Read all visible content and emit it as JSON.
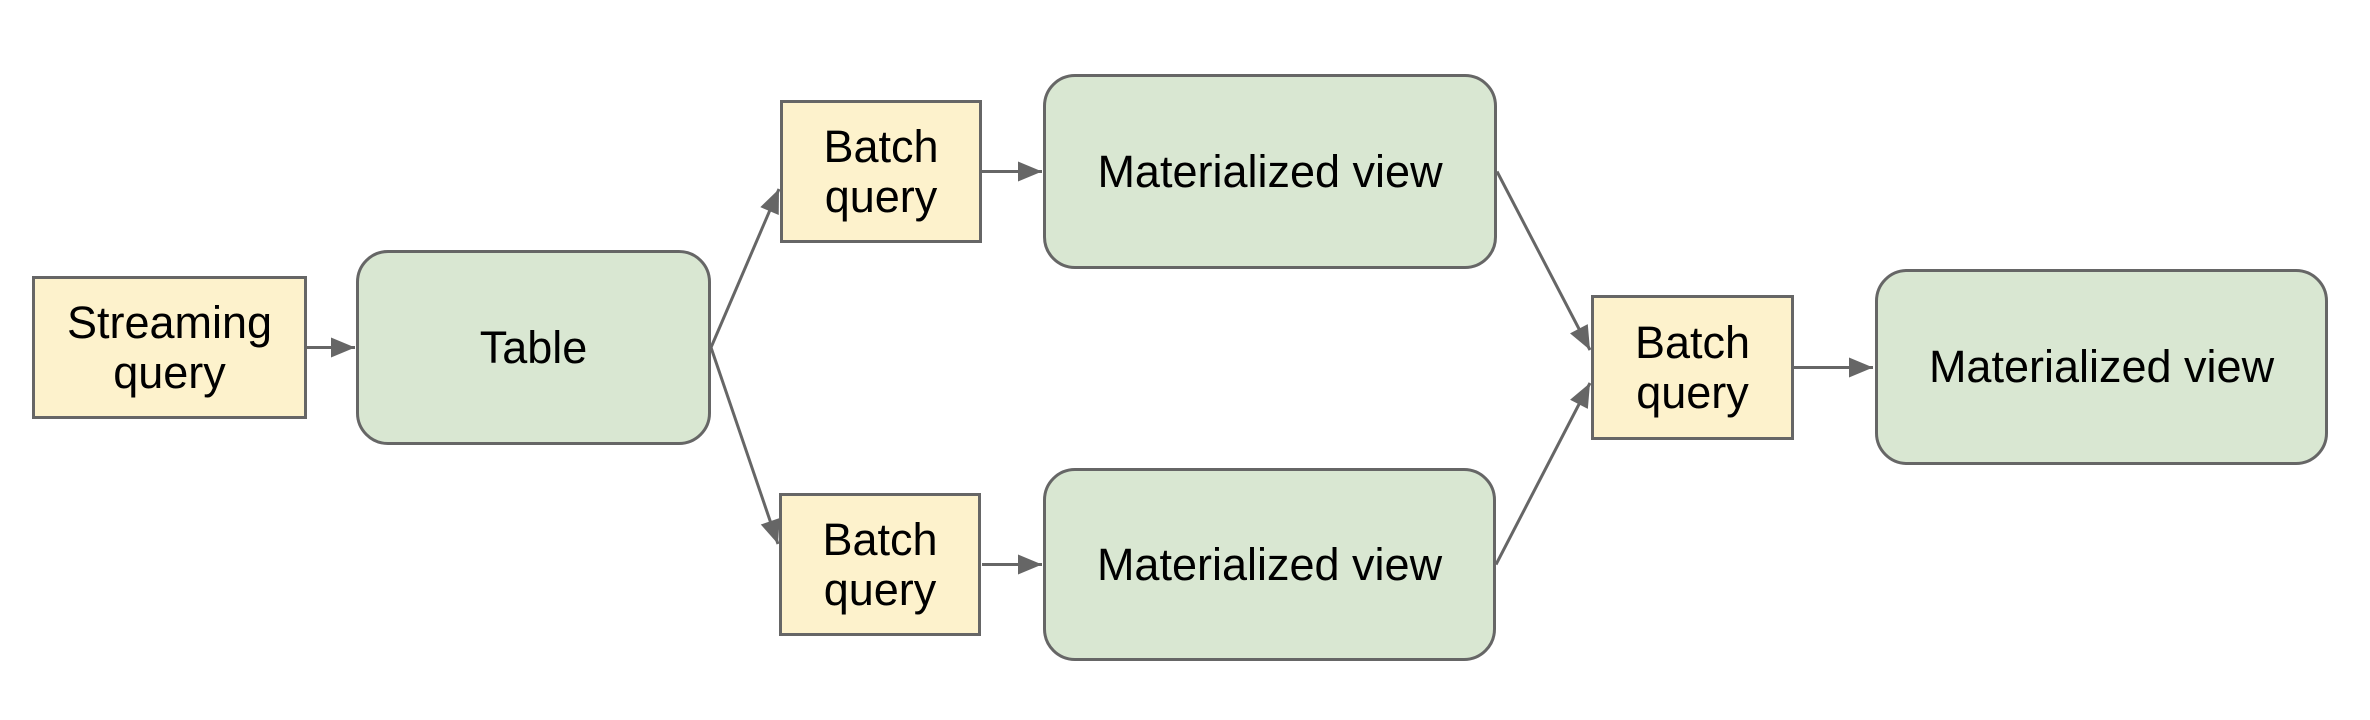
{
  "diagram": {
    "nodes": {
      "streaming_query": {
        "label": "Streaming query",
        "kind": "query"
      },
      "table": {
        "label": "Table",
        "kind": "artifact"
      },
      "batch_query_top": {
        "label": "Batch query",
        "kind": "query"
      },
      "materialized_view_top": {
        "label": "Materialized view",
        "kind": "artifact"
      },
      "batch_query_bottom": {
        "label": "Batch query",
        "kind": "query"
      },
      "materialized_view_bottom": {
        "label": "Materialized view",
        "kind": "artifact"
      },
      "batch_query_center": {
        "label": "Batch query",
        "kind": "query"
      },
      "materialized_view_final": {
        "label": "Materialized view",
        "kind": "artifact"
      }
    },
    "edges": [
      {
        "from": "streaming_query",
        "to": "table"
      },
      {
        "from": "table",
        "to": "batch_query_top"
      },
      {
        "from": "table",
        "to": "batch_query_bottom"
      },
      {
        "from": "batch_query_top",
        "to": "materialized_view_top"
      },
      {
        "from": "batch_query_bottom",
        "to": "materialized_view_bottom"
      },
      {
        "from": "materialized_view_top",
        "to": "batch_query_center"
      },
      {
        "from": "materialized_view_bottom",
        "to": "batch_query_center"
      },
      {
        "from": "batch_query_center",
        "to": "materialized_view_final"
      }
    ],
    "colors": {
      "query_fill": "#fdf2cc",
      "artifact_fill": "#d9e7d2",
      "border": "#666666",
      "arrow": "#666666",
      "text": "#000000",
      "background": "#ffffff"
    }
  }
}
